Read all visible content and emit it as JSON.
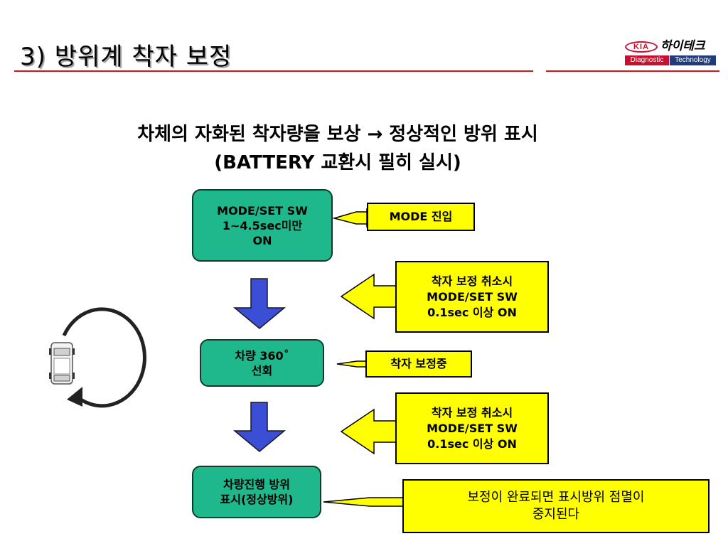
{
  "header": {
    "title": "3) 방위계 착자 보정",
    "logo": {
      "brand": "KIA",
      "korean": "하이테크",
      "diagnostic": "Diagnostic",
      "technology": "Technology"
    }
  },
  "subtitle": {
    "line1": "차체의 자화된 착자량을 보상 → 정상적인 방위 표시",
    "line2": "(BATTERY 교환시 필히 실시)"
  },
  "steps": [
    {
      "lines": [
        "MODE/SET SW",
        "1~4.5sec미만",
        "ON"
      ]
    },
    {
      "lines": [
        "차량 360˚",
        "선회"
      ]
    },
    {
      "lines": [
        "차량진행 방위",
        "표시(정상방위)"
      ]
    }
  ],
  "notes": {
    "mode_enter": "MODE 진입",
    "cancel_1": [
      "착자 보정 취소시",
      "MODE/SET SW",
      "0.1sec 이상 ON"
    ],
    "calibrating": "착자 보정중",
    "cancel_2": [
      "착자 보정 취소시",
      "MODE/SET SW",
      "0.1sec 이상 ON"
    ],
    "complete": [
      "보정이 완료되면 표시방위 점멸이",
      "중지된다"
    ]
  },
  "colors": {
    "step_fill": "#1fb88c",
    "note_fill": "#ffff00",
    "down_arrow": "#3a4fd6",
    "title_rule": "#d0141c"
  },
  "icons": {
    "car": "car-top-view-icon",
    "rotation": "circular-arrow-icon"
  }
}
